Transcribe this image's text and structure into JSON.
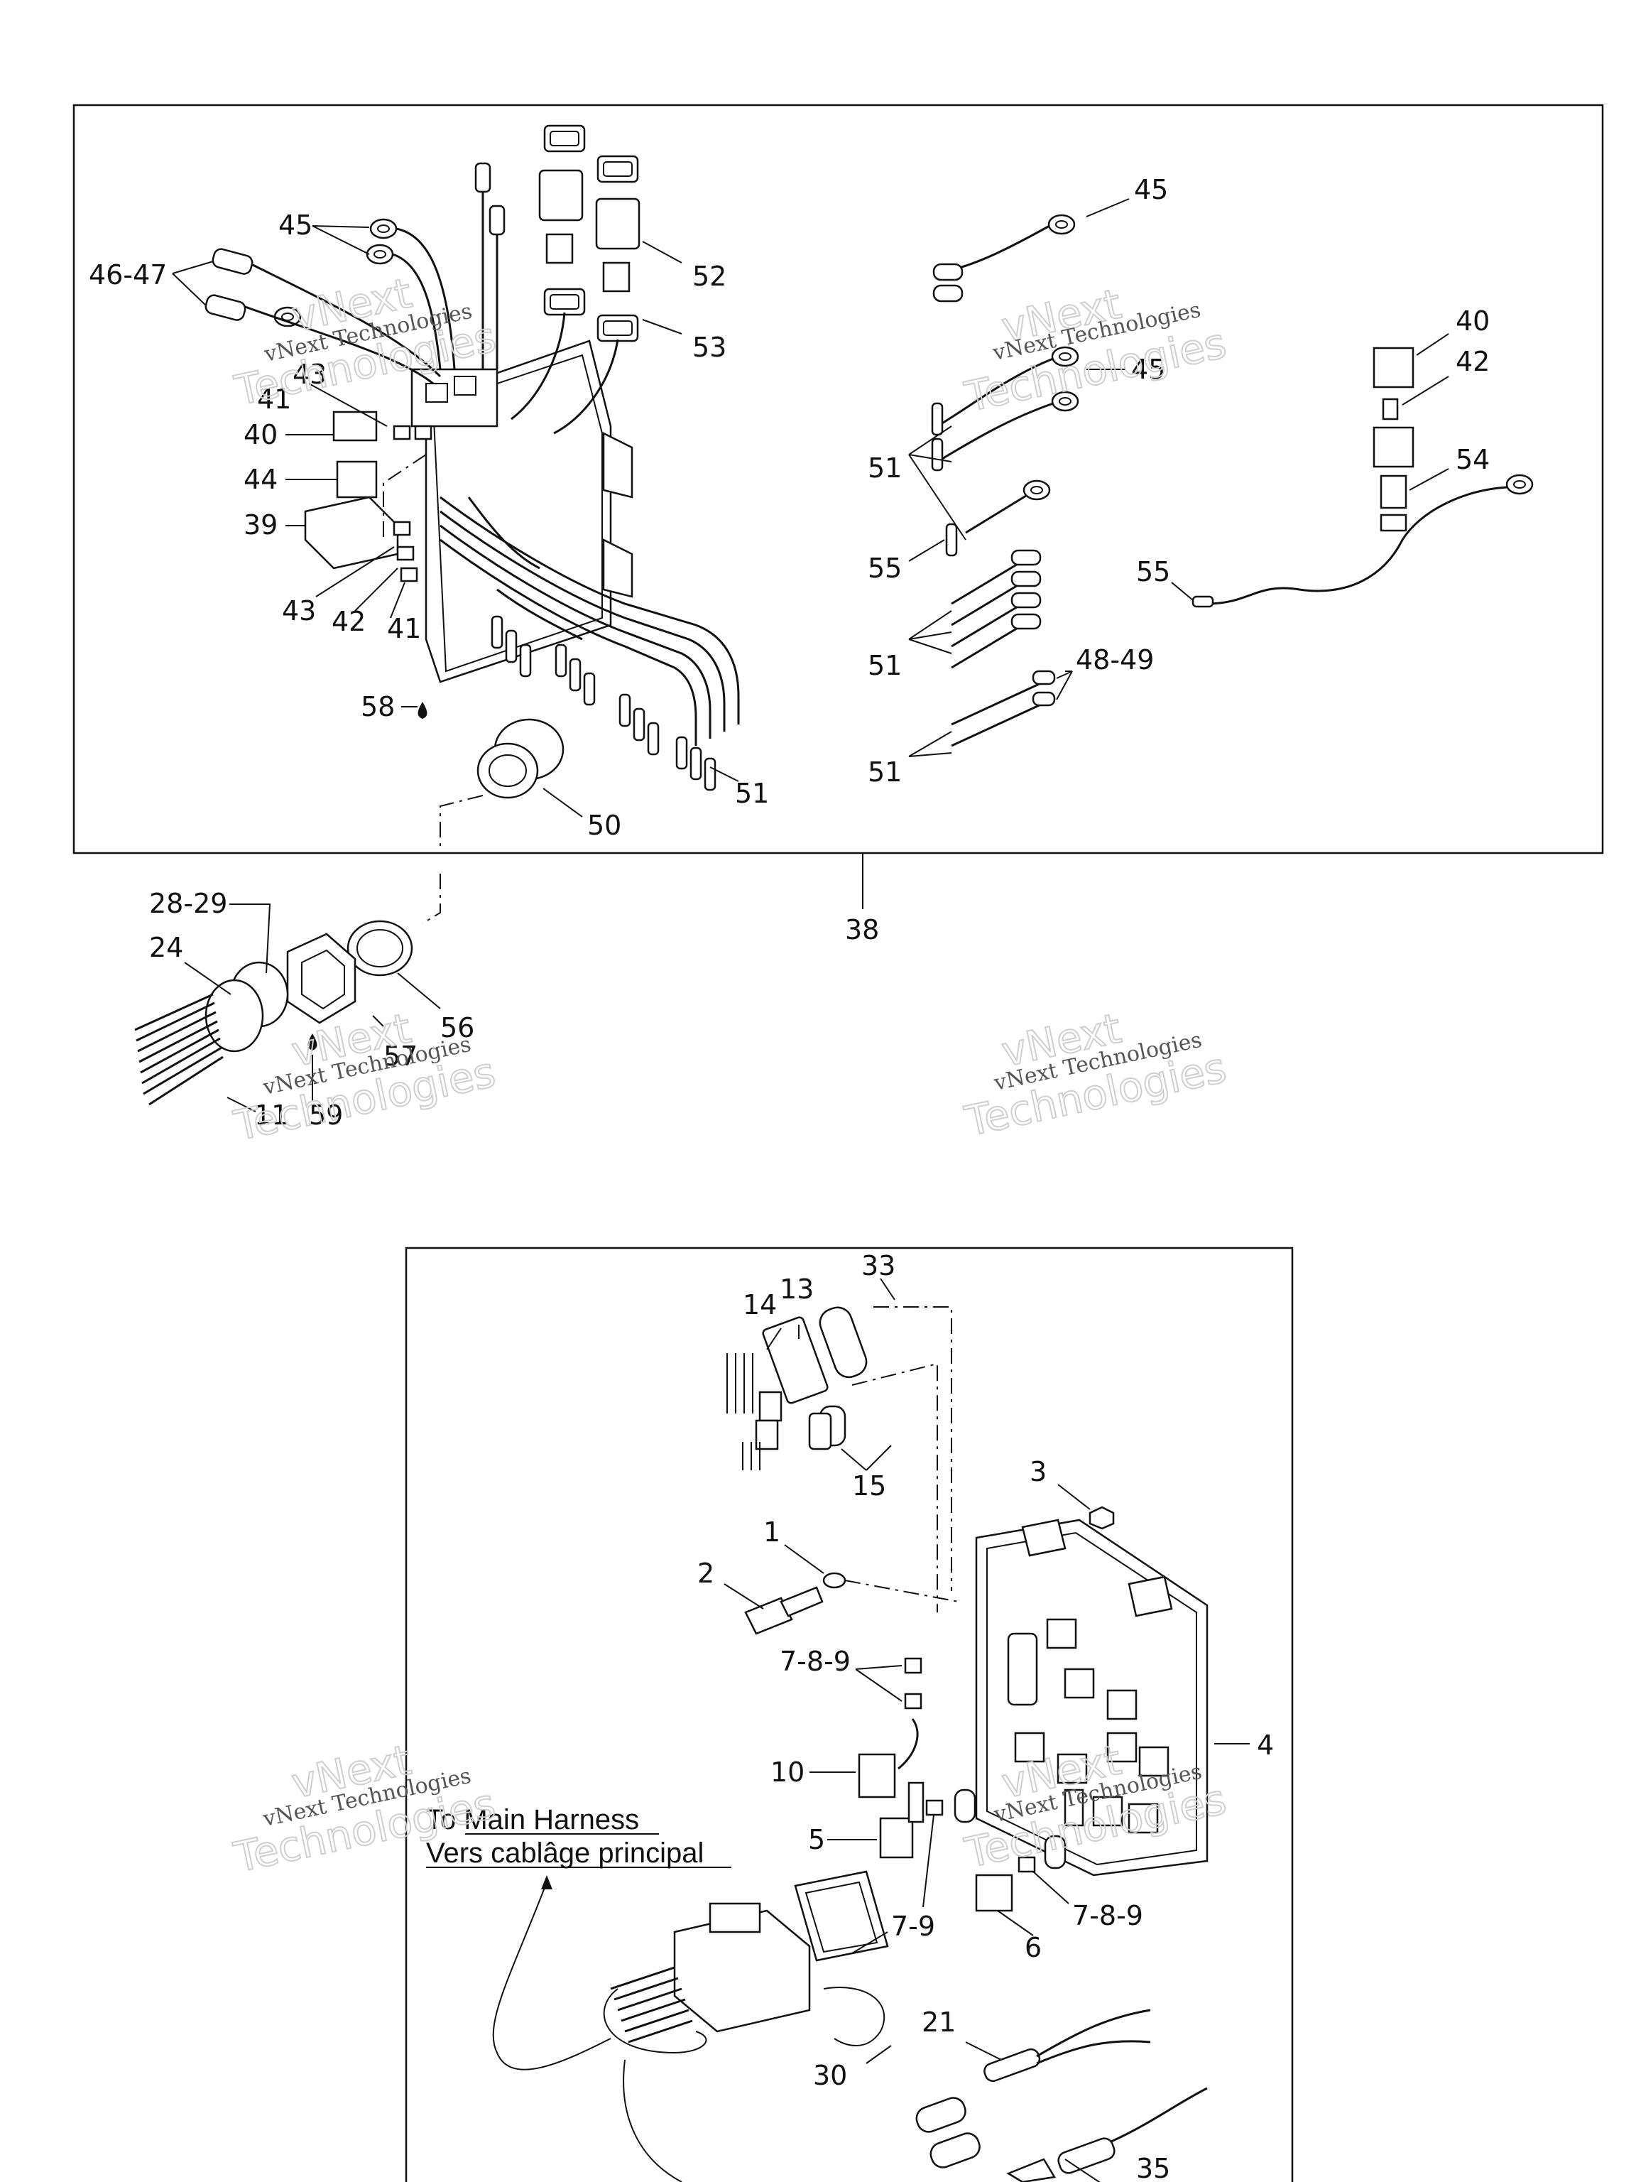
{
  "watermark": {
    "line1": "vNext",
    "line2": "Technologies",
    "small": "vNext Technologies"
  },
  "upper_panel": {
    "callouts": {
      "c45a": "45",
      "c46_47": "46-47",
      "c43a": "43",
      "c41a": "41",
      "c40a": "40",
      "c44": "44",
      "c39": "39",
      "c43b": "43",
      "c42a": "42",
      "c41b": "41",
      "c52": "52",
      "c53": "53",
      "c58": "58",
      "c50": "50",
      "c51a": "51",
      "c45b": "45",
      "c45c": "45",
      "c51b": "51",
      "c55a": "55",
      "c51c": "51",
      "c48_49": "48-49",
      "c51d": "51",
      "c40b": "40",
      "c42b": "42",
      "c54": "54",
      "c55b": "55"
    },
    "assembly_number": "38"
  },
  "harness_end": {
    "callouts": {
      "c28_29": "28-29",
      "c24": "24",
      "c56": "56",
      "c57": "57",
      "c11": "11",
      "c59": "59"
    }
  },
  "lower_panel": {
    "callouts": {
      "c33": "33",
      "c14": "14",
      "c13": "13",
      "c15": "15",
      "c3": "3",
      "c1": "1",
      "c2": "2",
      "c7_8_9a": "7-8-9",
      "c4": "4",
      "c10": "10",
      "c5": "5",
      "c7_9": "7-9",
      "c7_8_9b": "7-8-9",
      "c6": "6",
      "c30": "30",
      "c21": "21",
      "c35": "35"
    },
    "caption_line1": "To Main Harness",
    "caption_line2": "Vers cablâge principal"
  }
}
